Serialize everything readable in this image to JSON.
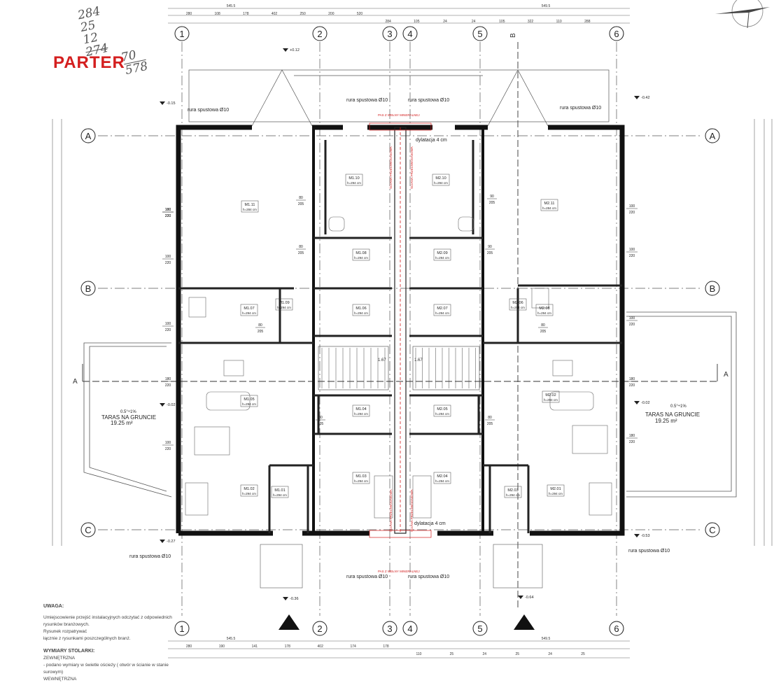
{
  "title": "PARTER",
  "handwritten": [
    "284",
    "25",
    "12",
    "274",
    "70",
    "578"
  ],
  "axes": {
    "columns": [
      "1",
      "2",
      "3",
      "4",
      "5",
      "6"
    ],
    "rows": [
      "A",
      "B",
      "C"
    ]
  },
  "section_marks": {
    "vertical": "B",
    "horizontal": "A"
  },
  "labels": {
    "downpipe": "rura spustowa Ø10",
    "expansion_joint": "dylatacja 4 cm",
    "mineral_wool": "PAS Z WEŁNY MINERALNEJ",
    "fire_wall": "ŚCIANA PRZECIWOGNIOWA",
    "terrace_title": "TARAS NA GRUNCIE",
    "terrace_area": "19.25 m²",
    "slope": "0.5°÷1%",
    "stairs_left": "1.67",
    "stairs_right": "1.67"
  },
  "elevations": [
    "-0.27",
    "+0.12",
    "-0.15",
    "-0.42",
    "-0.36",
    "-0.64",
    "-0.53",
    "-0.02",
    "-0.02"
  ],
  "rooms_left": [
    {
      "id": "M1.11",
      "h": "h=284 cm"
    },
    {
      "id": "M1.10",
      "h": "h=294 cm"
    },
    {
      "id": "M1.08",
      "h": "h=294 cm"
    },
    {
      "id": "M1.07",
      "h": "h=294 cm"
    },
    {
      "id": "M1.06",
      "h": "h=294 cm"
    },
    {
      "id": "M1.09",
      "h": "h=294 cm"
    },
    {
      "id": "M1.05",
      "h": "h=294 cm"
    },
    {
      "id": "M1.02",
      "h": "h=294 cm"
    },
    {
      "id": "M1.04",
      "h": "h=294 cm"
    },
    {
      "id": "M1.03",
      "h": "h=294 cm"
    },
    {
      "id": "M1.01",
      "h": "h=294 cm"
    }
  ],
  "rooms_right": [
    {
      "id": "M2.11",
      "h": "h=284 cm"
    },
    {
      "id": "M2.10",
      "h": "h=294 cm"
    },
    {
      "id": "M2.09",
      "h": "h=294 cm"
    },
    {
      "id": "M2.08",
      "h": "h=294 cm"
    },
    {
      "id": "M2.07",
      "h": "h=294 cm"
    },
    {
      "id": "M2.06",
      "h": "h=294 cm"
    },
    {
      "id": "M2.02",
      "h": "h=294 cm"
    },
    {
      "id": "M2.05",
      "h": "h=294 cm"
    },
    {
      "id": "M2.04",
      "h": "h=294 cm"
    },
    {
      "id": "M2.03",
      "h": "h=294 cm"
    },
    {
      "id": "M2.01",
      "h": "h=294 cm"
    }
  ],
  "windows": [
    "100 220",
    "100 220",
    "100 220",
    "100 220",
    "180 220",
    "180 220",
    "100 220",
    "100 220",
    "100 220",
    "180 220",
    "180 220"
  ],
  "doors": [
    "80 205",
    "80 205",
    "80 205",
    "80 205",
    "90 205",
    "90 205",
    "80 205",
    "80 205"
  ],
  "dims_top": [
    "545.5",
    "549.5",
    "280",
    "108",
    "178",
    "402",
    "250",
    "200",
    "520",
    "284",
    "105",
    "24",
    "24",
    "105",
    "322",
    "110",
    "288"
  ],
  "dims_bottom": [
    "545.5",
    "549.5",
    "280",
    "190",
    "141",
    "178",
    "402",
    "174",
    "178",
    "110",
    "25",
    "24",
    "25",
    "24",
    "25"
  ],
  "notes": {
    "heading": "UWAGA:",
    "lines": [
      "Umiejscowienie przejść instalacyjnych odczytać z odpowiednich rysunków branżowych.",
      "Rysunek rozpatrywać",
      "łącznie z rysunkami poszczególnych branż."
    ],
    "joinery_heading": "WYMIARY STOLARKI:",
    "joinery_lines": [
      "ZEWNĘTRZNA",
      "- podano wymiary w świetle ościeży ( otwór w ścianie w stanie surowym)",
      "WEWNĘTRZNA"
    ]
  }
}
